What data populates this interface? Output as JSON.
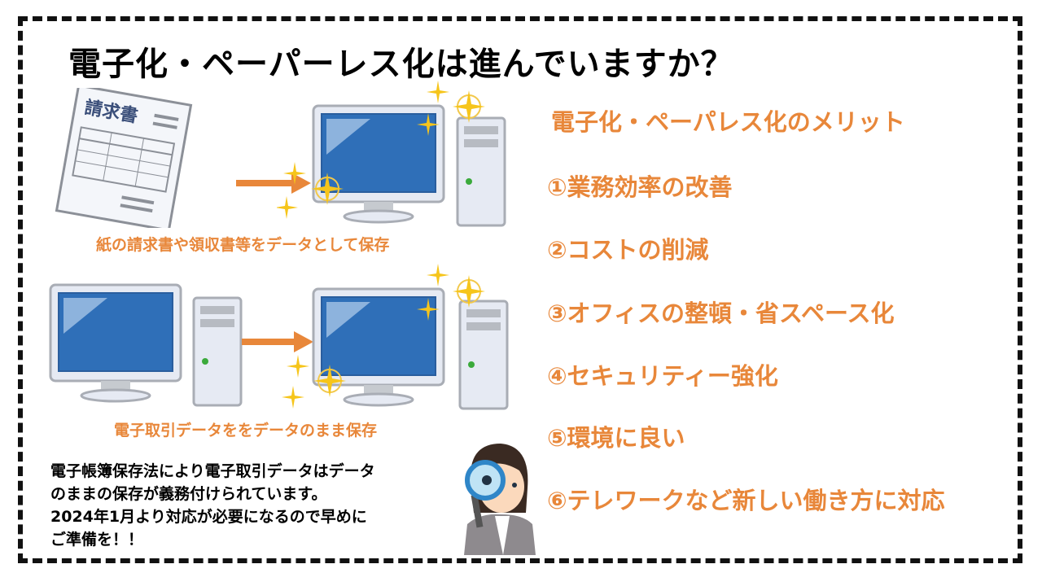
{
  "title": "電子化・ペーパーレス化は進んでいますか？",
  "illustrations": {
    "invoice_label": "請求書",
    "caption_paper": "紙の請求書や領収書等をデータとして保存",
    "caption_digital": "電子取引データををデータのまま保存"
  },
  "note": {
    "lines": [
      "電子帳簿保存法により電子取引データはデータ",
      "のままの保存が義務付けられています。",
      "2024年1月より対応が必要になるので早めに",
      "ご準備を！！"
    ]
  },
  "merits": {
    "heading": "電子化・ペーパレス化のメリット",
    "items": [
      "①業務効率の改善",
      "②コストの削減",
      "③オフィスの整頓・省スペース化",
      "④セキュリティー強化",
      "⑤環境に良い",
      "⑥テレワークなど新しい働き方に対応"
    ]
  },
  "colors": {
    "accent": "#E8873A",
    "screen": "#2F6FB8",
    "text": "#000000"
  }
}
